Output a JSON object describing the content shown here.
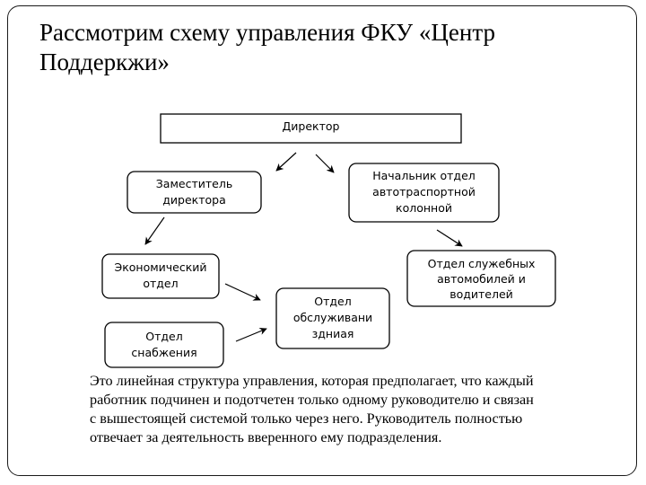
{
  "slide": {
    "title_lines": [
      "Рассмотрим схему управления ФКУ «Центр",
      "Поддеркжи»"
    ],
    "description_lines": [
      "Это линейная структура управления, которая предполагает, что каждый",
      "работник подчинен и подотчетен только одному руководителю и связан",
      "с вышестоящей системой только через него. Руководитель полностью",
      "отвечает за деятельность вверенного ему подразделения."
    ]
  },
  "diagram": {
    "director": [
      "Директор"
    ],
    "deputy": [
      "Заместитель",
      "директора"
    ],
    "transport_head": [
      "Начальник отдел",
      "автотраспортной",
      "колонной"
    ],
    "economic": [
      "Экономический",
      "отдел"
    ],
    "vehicles": [
      "Отдел служебных",
      "автомобилей и",
      "водителей"
    ],
    "maintenance": [
      "Отдел",
      "обслуживани",
      "здниая"
    ],
    "supply": [
      "Отдел",
      "снабжения"
    ]
  }
}
